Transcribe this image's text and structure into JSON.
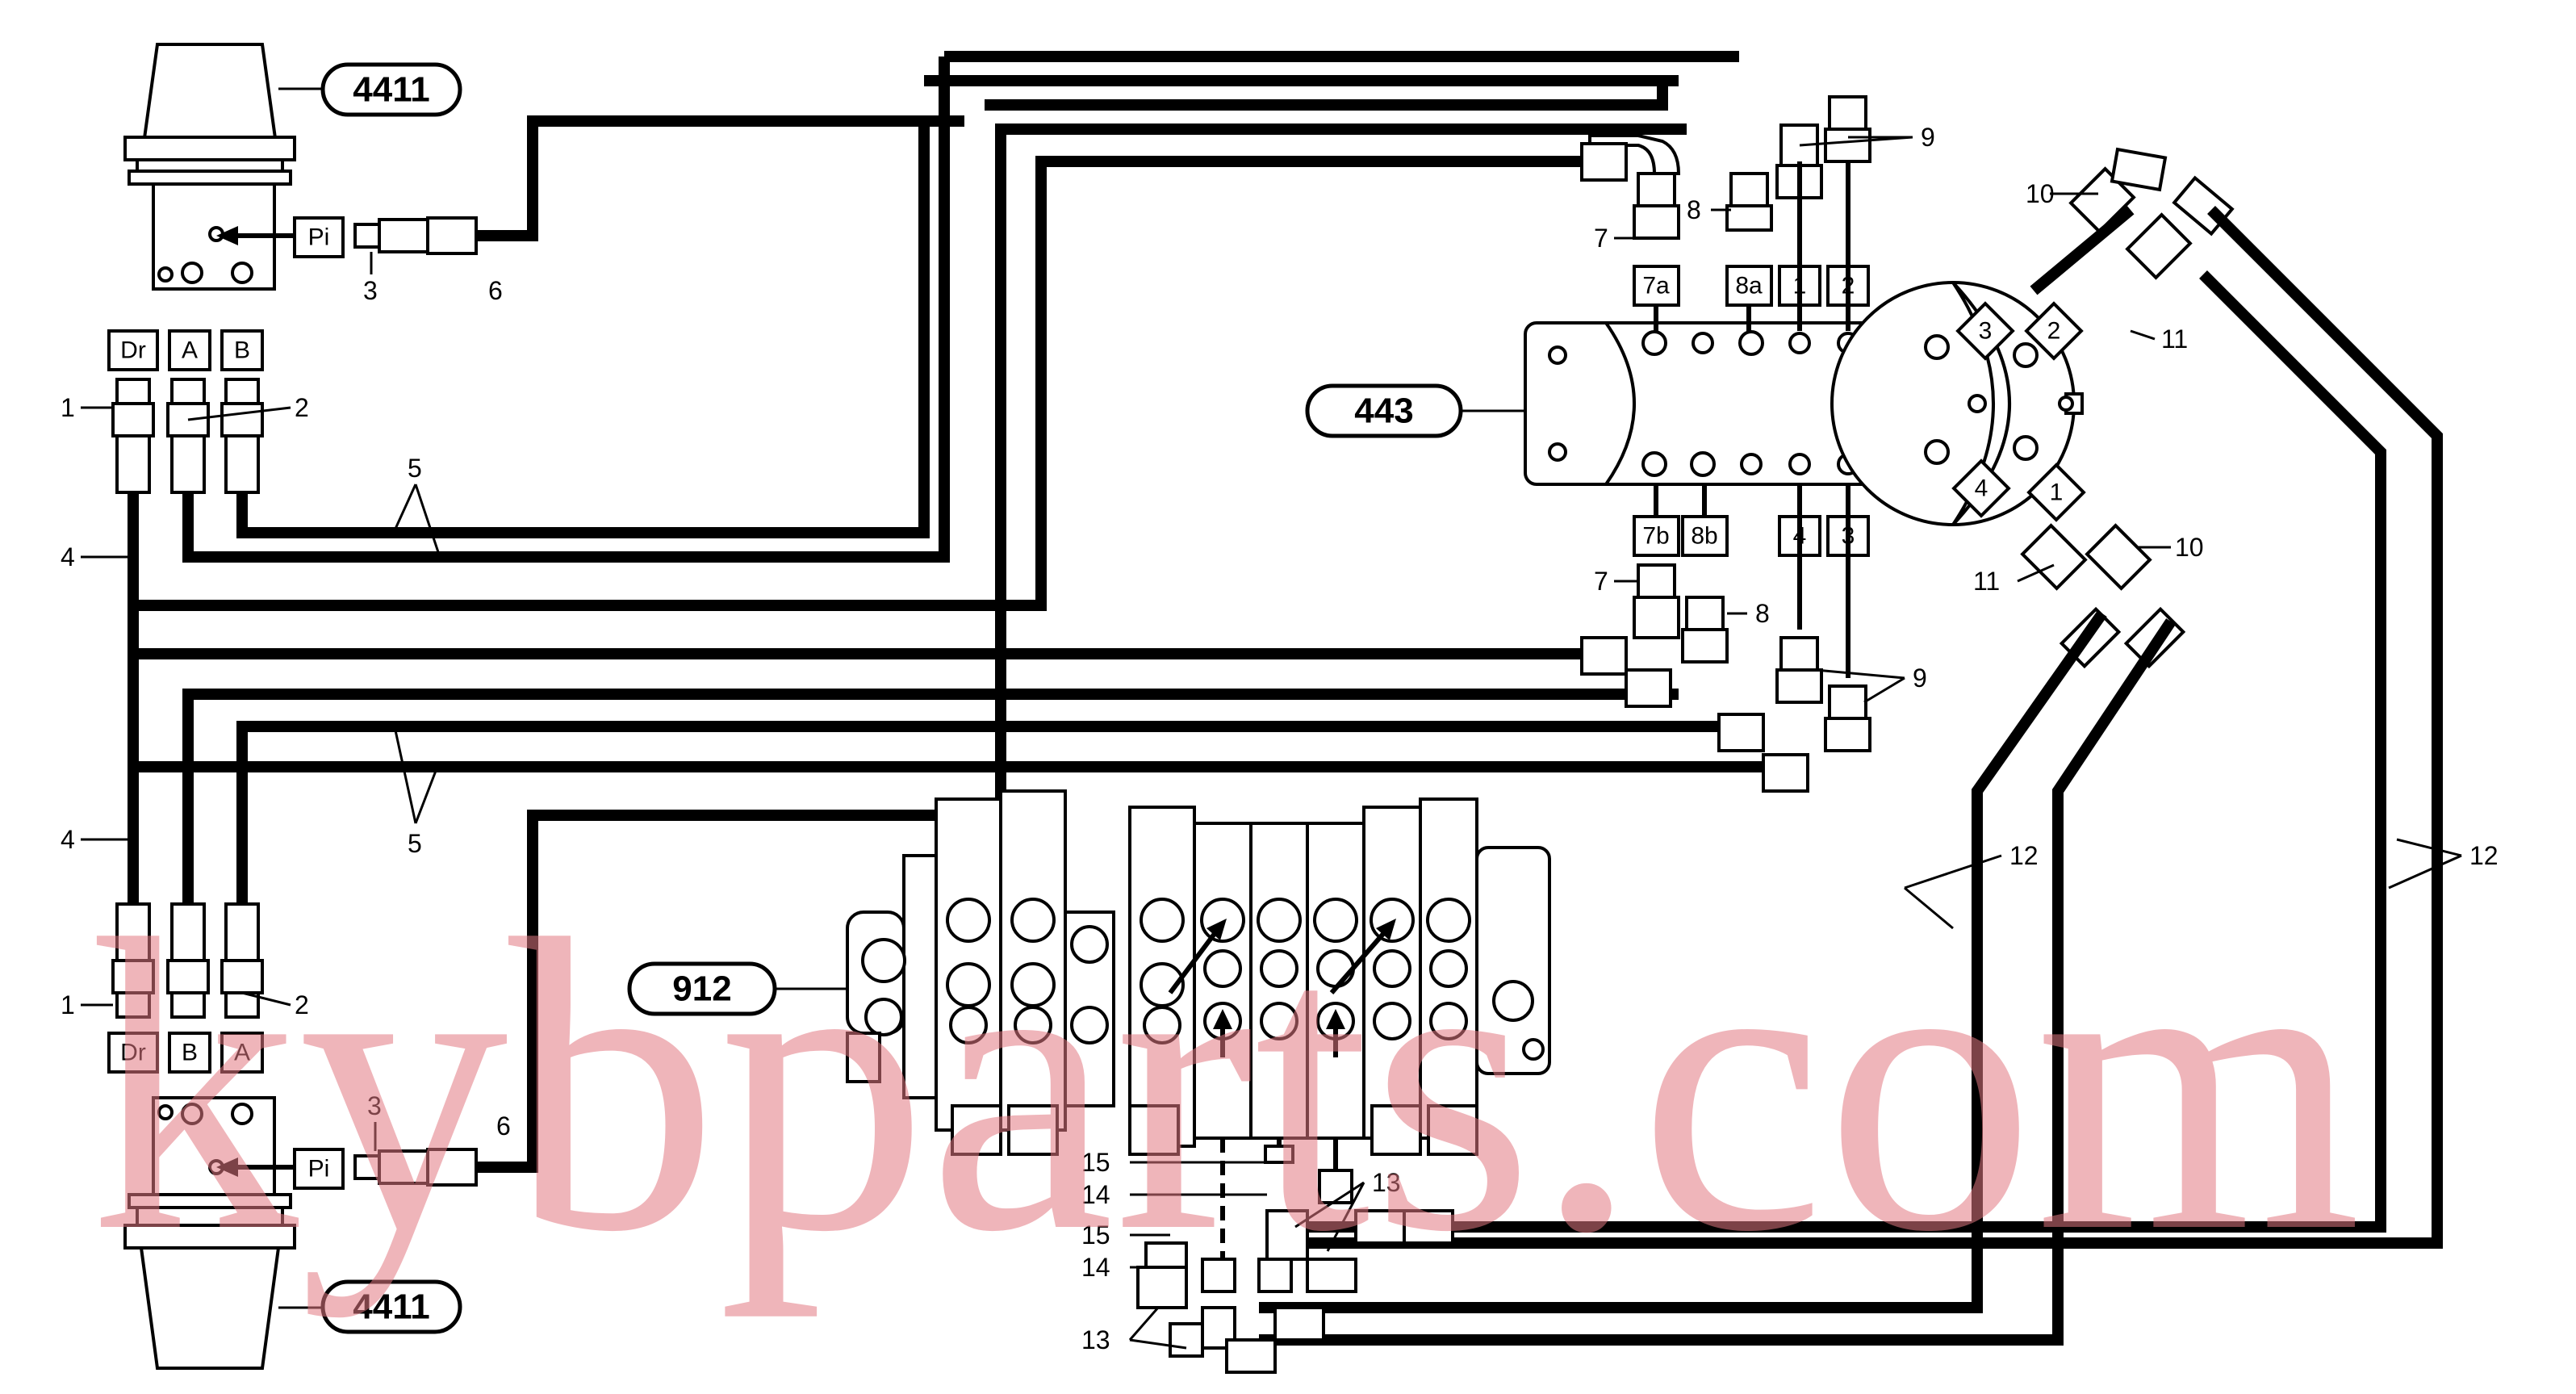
{
  "references": {
    "swivel_top": "4411",
    "swivel_bottom": "4411",
    "rotary_joint": "443",
    "control_valve": "912"
  },
  "port_labels": {
    "top_drain": "Dr",
    "top_a": "A",
    "top_b": "B",
    "top_pilot": "Pi",
    "bottom_drain": "Dr",
    "bottom_b": "B",
    "bottom_a": "A",
    "bottom_pilot": "Pi",
    "joint_top_7a": "7a",
    "joint_top_8a": "8a",
    "joint_top_1": "1",
    "joint_top_2": "2",
    "joint_bottom_7b": "7b",
    "joint_bottom_8b": "8b",
    "joint_bottom_4": "4",
    "joint_bottom_3": "3",
    "flange_3": "3",
    "flange_2": "2",
    "flange_4": "4",
    "flange_1": "1"
  },
  "callouts": {
    "c1_top": "1",
    "c2_top": "2",
    "c3_top": "3",
    "c6_top": "6",
    "c4_upper": "4",
    "c5_upper": "5",
    "c4_lower": "4",
    "c5_lower": "5",
    "c1_bottom": "1",
    "c2_bottom": "2",
    "c3_bottom": "3",
    "c6_bottom": "6",
    "c7_top": "7",
    "c8_top": "8",
    "c9_top": "9",
    "c7_bottom": "7",
    "c8_bottom": "8",
    "c9_bottom": "9",
    "c10_top": "10",
    "c11_top": "11",
    "c10_bottom": "10",
    "c11_bottom": "11",
    "c12_left": "12",
    "c12_right": "12",
    "c15_a": "15",
    "c14_a": "14",
    "c15_b": "15",
    "c14_b": "14",
    "c13_a": "13",
    "c13_b": "13"
  },
  "watermark": "kybparts.com"
}
